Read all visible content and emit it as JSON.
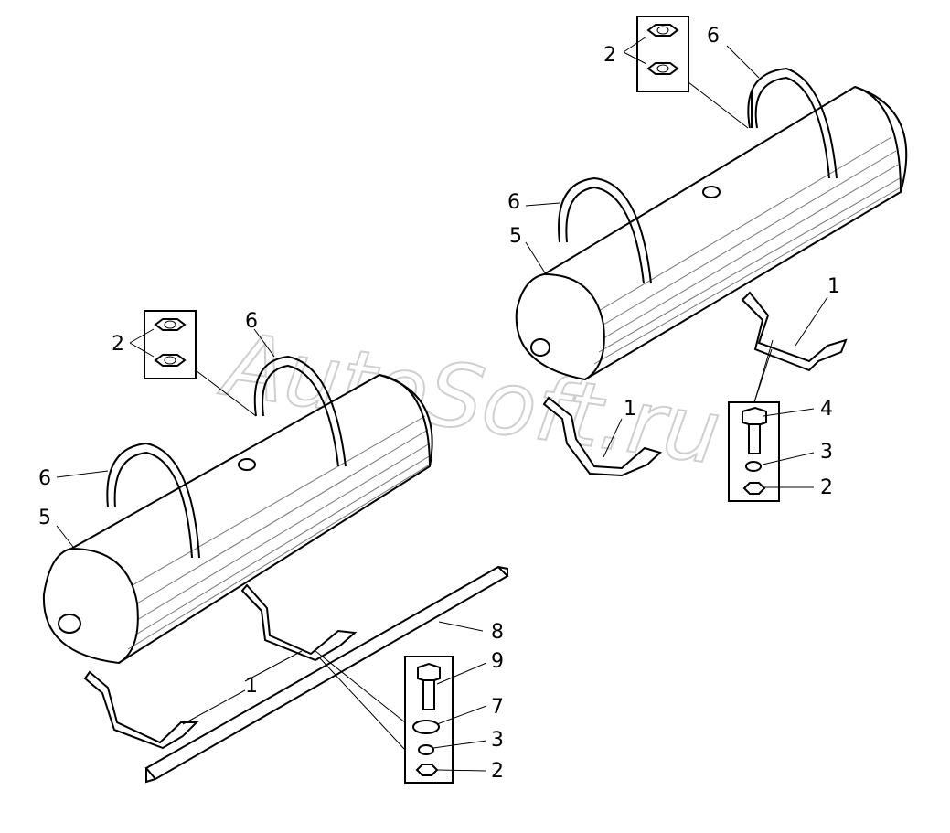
{
  "watermark": "AutoSoft.ru",
  "callouts": {
    "right_nuts_top": "2",
    "right_strap_top": "6",
    "right_strap_left": "6",
    "right_tank": "5",
    "right_bracket_right": "1",
    "right_bracket_center": "1",
    "right_bolt": "4",
    "right_washer": "3",
    "right_nut": "2",
    "left_nuts_top": "2",
    "left_strap_top": "6",
    "left_strap_left": "6",
    "left_tank": "5",
    "left_rail": "8",
    "left_bracket": "1",
    "left_bolt": "9",
    "left_washer_flat": "7",
    "left_washer_spring": "3",
    "left_nut": "2"
  }
}
